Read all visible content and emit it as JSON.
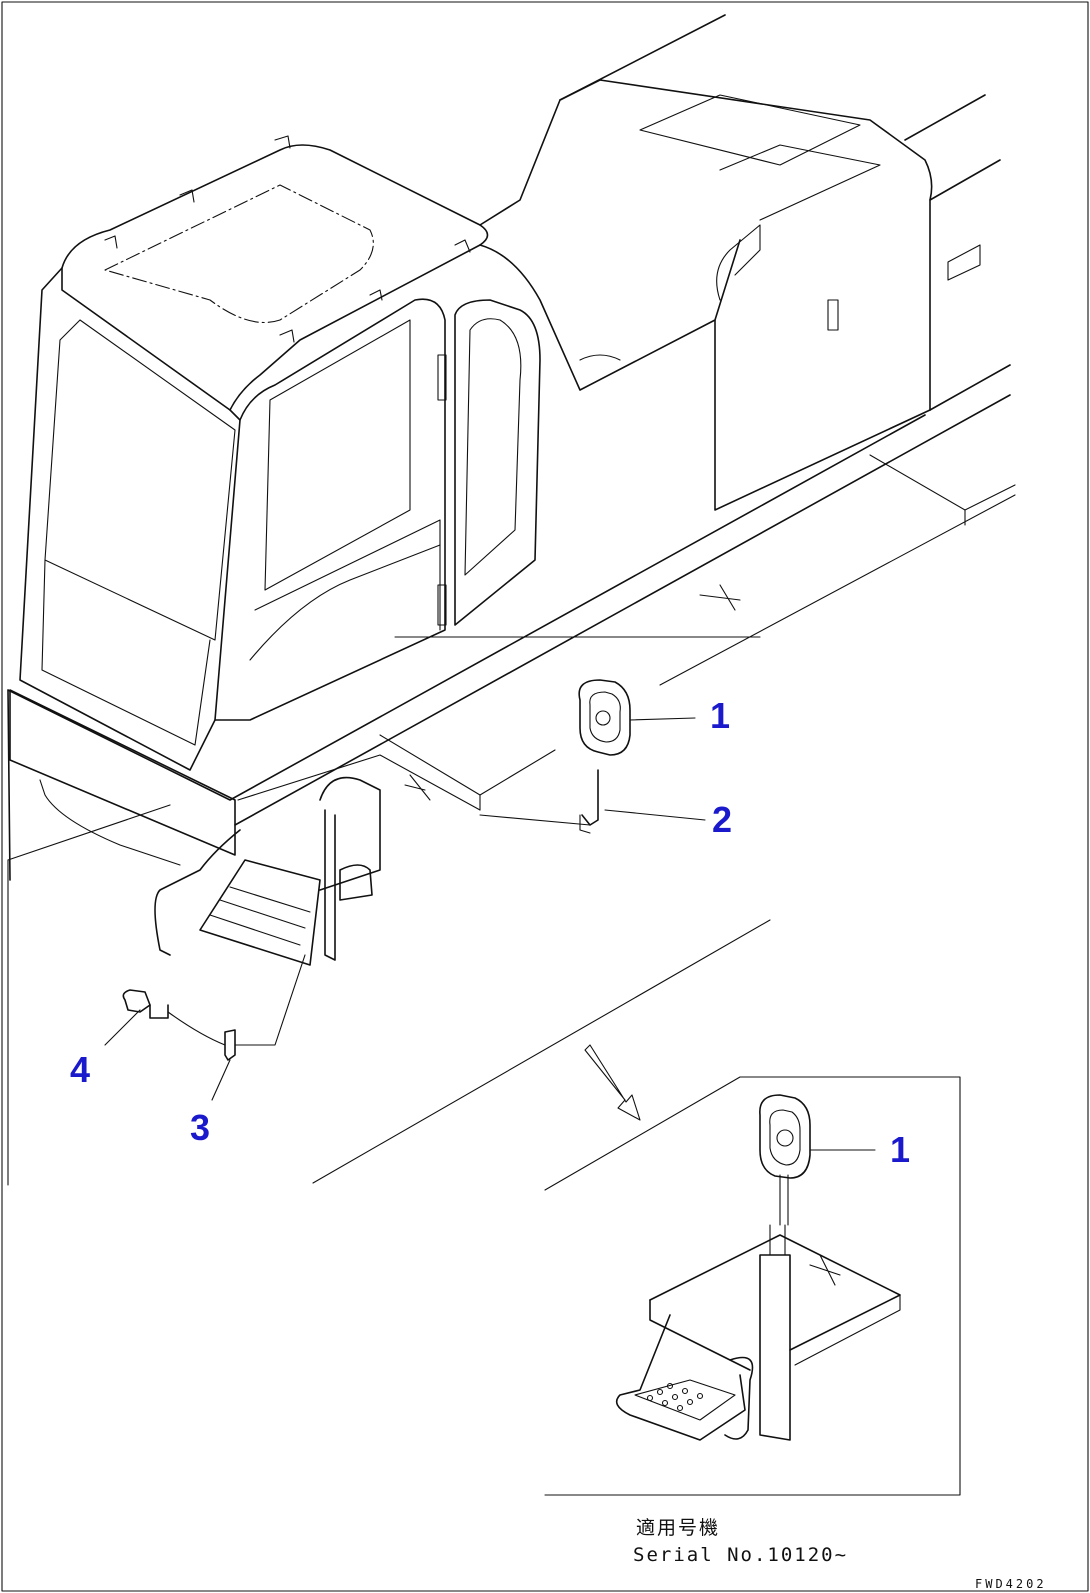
{
  "callouts": {
    "c1_main": "1",
    "c2": "2",
    "c3": "3",
    "c4": "4",
    "c1_detail": "1"
  },
  "caption": {
    "line_jp": "適用号機",
    "line_en": "Serial No.10120~"
  },
  "drawing_code": "FWD4202",
  "colors": {
    "line": "#111111",
    "callout": "#1a1acc",
    "background": "#ffffff"
  }
}
